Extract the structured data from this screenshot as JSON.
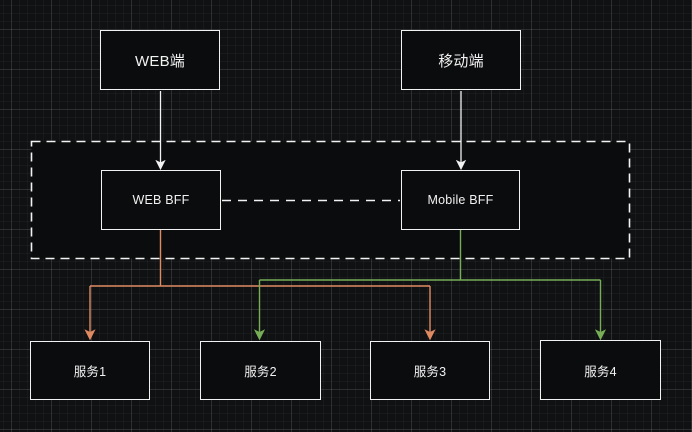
{
  "diagram": {
    "clients": {
      "web": "WEB端",
      "mobile": "移动端"
    },
    "bff": {
      "web": "WEB BFF",
      "mobile": "Mobile BFF"
    },
    "services": [
      "服务1",
      "服务2",
      "服务3",
      "服务4"
    ],
    "colors": {
      "neutral": "#f2f2f2",
      "web_flow": "#e08a62",
      "mobile_flow": "#76ad56",
      "node_fill": "#0b0c0d"
    },
    "edges": [
      {
        "from": "WEB端",
        "to": "WEB BFF",
        "style": "solid-arrow",
        "color": "#f2f2f2"
      },
      {
        "from": "移动端",
        "to": "Mobile BFF",
        "style": "solid-arrow",
        "color": "#f2f2f2"
      },
      {
        "from": "WEB BFF",
        "to": "Mobile BFF",
        "style": "dashed-line",
        "color": "#f2f2f2"
      },
      {
        "from": "WEB BFF",
        "to": "服务1",
        "style": "orthogonal-arrow",
        "color": "#e08a62"
      },
      {
        "from": "WEB BFF",
        "to": "服务3",
        "style": "orthogonal-arrow",
        "color": "#e08a62"
      },
      {
        "from": "Mobile BFF",
        "to": "服务2",
        "style": "orthogonal-arrow",
        "color": "#76ad56"
      },
      {
        "from": "Mobile BFF",
        "to": "服务4",
        "style": "orthogonal-arrow",
        "color": "#76ad56"
      }
    ]
  }
}
